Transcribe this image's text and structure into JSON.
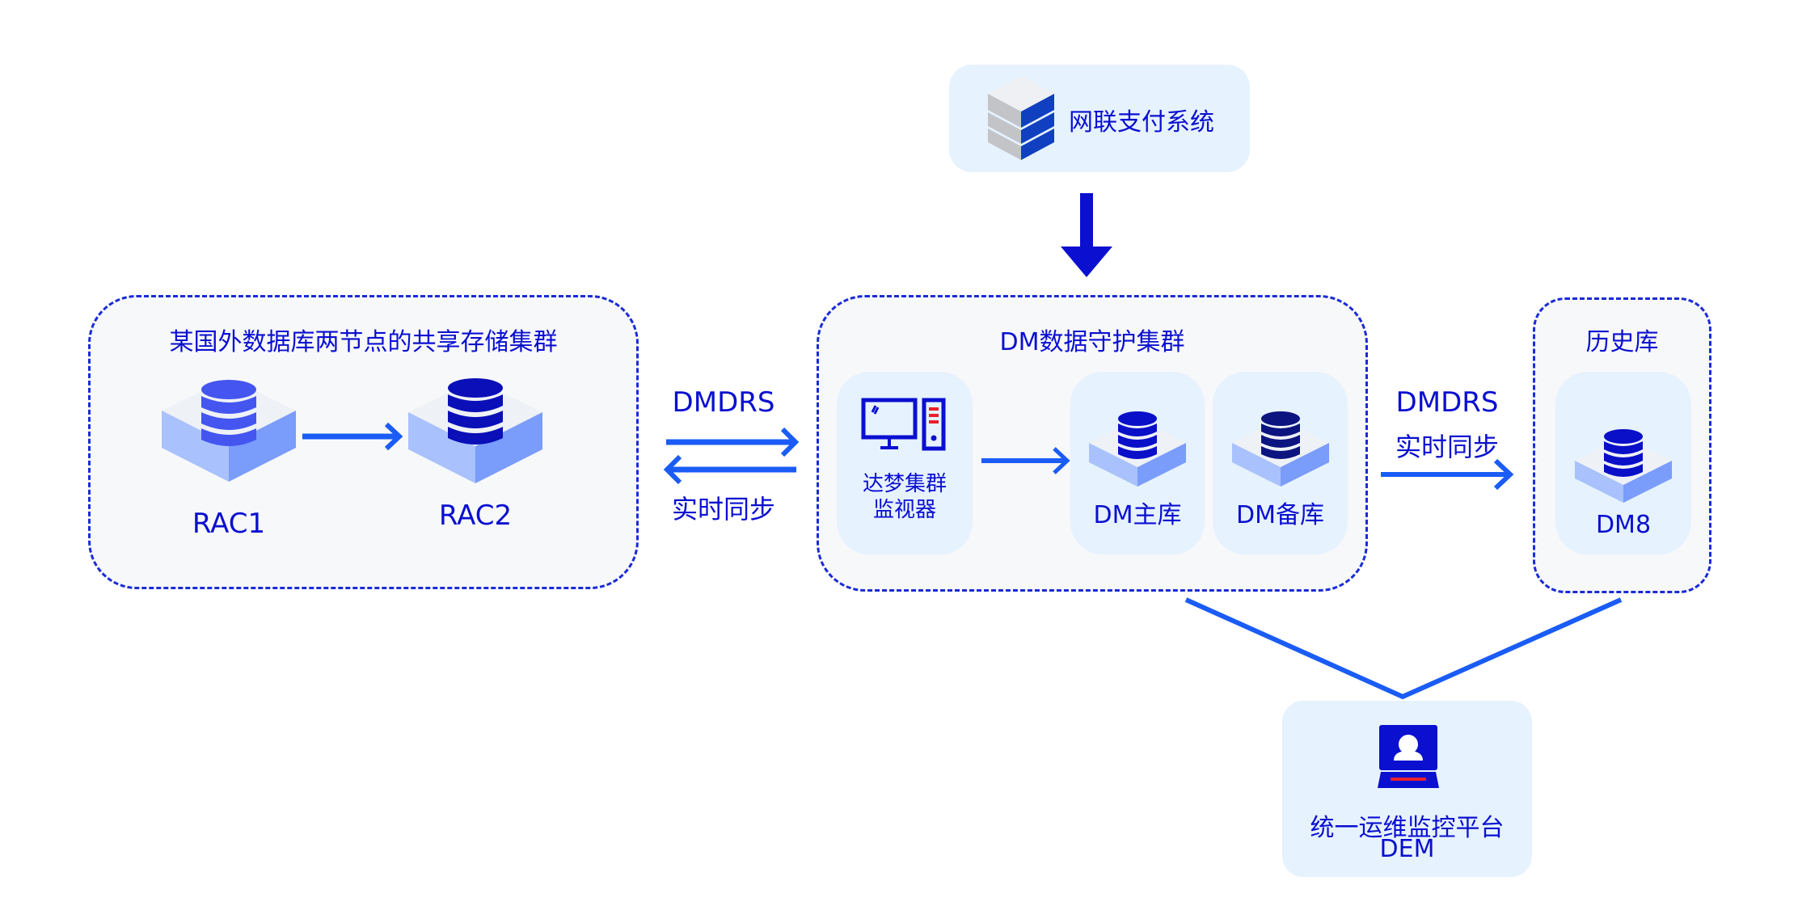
{
  "payment_system": {
    "label": "网联支付系统",
    "icon": "server-stack-icon"
  },
  "foreign_cluster": {
    "title": "某国外数据库两节点的共享存储集群",
    "nodes": [
      {
        "label": "RAC1",
        "icon": "database-icon",
        "color": "#4455f0"
      },
      {
        "label": "RAC2",
        "icon": "database-icon",
        "color": "#0a0fb8"
      }
    ]
  },
  "left_sync": {
    "line1": "DMDRS",
    "line2": "实时同步"
  },
  "dm_cluster": {
    "title": "DM数据守护集群",
    "monitor": {
      "line1": "达梦集群",
      "line2": "监视器",
      "icon": "computer-icon"
    },
    "primary": {
      "label": "DM主库",
      "icon": "database-icon",
      "color": "#0a0fc8"
    },
    "standby": {
      "label": "DM备库",
      "icon": "database-icon",
      "color": "#0c1480"
    }
  },
  "right_sync": {
    "line1": "DMDRS",
    "line2": "实时同步"
  },
  "history": {
    "title": "历史库",
    "node": {
      "label": "DM8",
      "icon": "database-icon",
      "color": "#0a0fc8"
    }
  },
  "dem": {
    "line1": "统一运维监控平台",
    "line2": "DEM",
    "icon": "operator-terminal-icon"
  },
  "colors": {
    "primary_text": "#0a0fd0",
    "arrow": "#1a5cf5",
    "card_bg": "#e6f2fe",
    "cluster_bg": "#f7f8fa",
    "alert_red": "#e8202a"
  }
}
